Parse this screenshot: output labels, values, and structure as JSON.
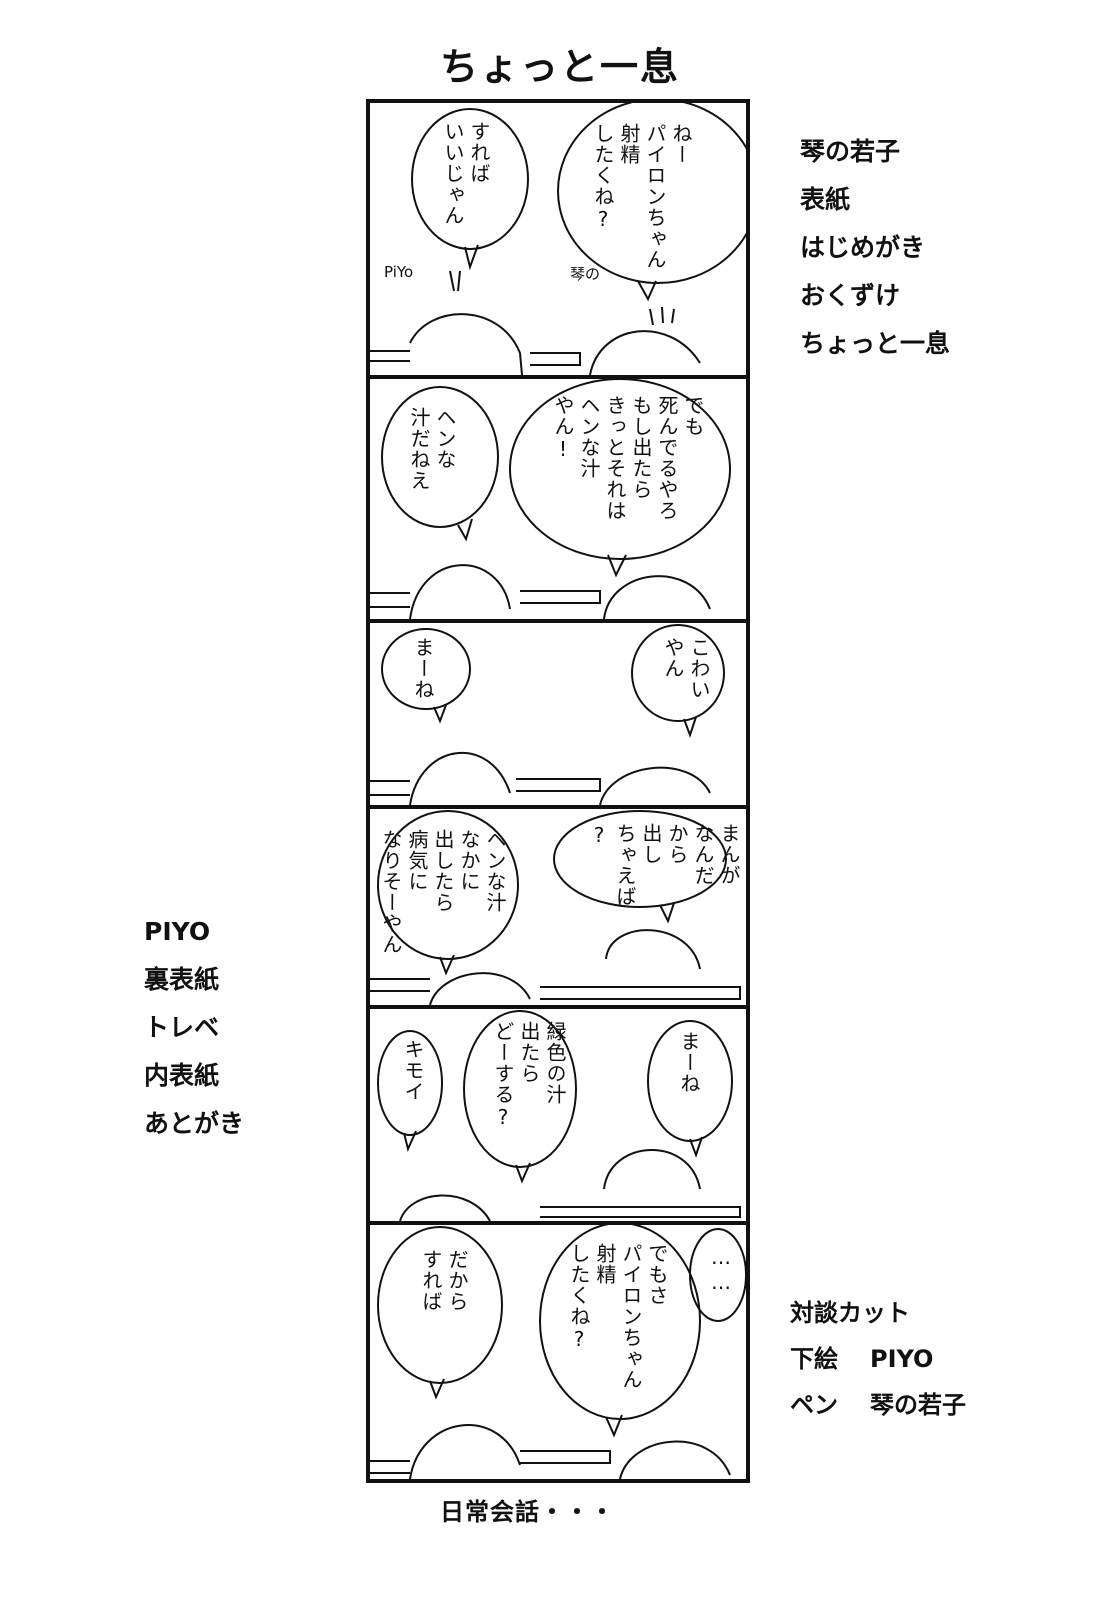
{
  "page_title": "ちょっと一息",
  "footer_caption": "日常会話・・・",
  "credits_right": [
    "琴の若子",
    "表紙",
    "はじめがき",
    "おくずけ",
    "ちょっと一息"
  ],
  "credits_left": [
    "PIYO",
    "裏表紙",
    "トレベ",
    "内表紙",
    "あとがき"
  ],
  "credits_bottom": {
    "heading": "対談カット",
    "line1_role": "下絵",
    "line1_name": "PIYO",
    "line2_role": "ペン",
    "line2_name": "琴の若子"
  },
  "panels": [
    {
      "left_bubble": "すれば\nいいじゃん",
      "right_bubble": "ねー\nパイロンちゃん\n射精\nしたくね?",
      "tag_left": "PiYo",
      "tag_right": "琴の"
    },
    {
      "left_bubble": "ヘンな\n汁だねえ",
      "right_bubble": "でも\n死んでるやろ\nもし出たら\nきっとそれは\nヘンな汁\nやん!"
    },
    {
      "left_bubble": "まーね",
      "right_bubble": "こわい\nやん"
    },
    {
      "left_bubble": "ヘンな汁\nなかに\n出したら\n病気に\nなりそーやん",
      "right_bubble": "まんが\nなんだ\nから\n出し\nちゃえば\n?"
    },
    {
      "left_bubble": "キモイ",
      "middle_bubble": "緑色の汁\n出たら\nどーする?",
      "right_bubble": "まーね"
    },
    {
      "left_bubble": "だから\nすれば",
      "right_bubble": "でもさ\nパイロンちゃん\n射精\nしたくね?",
      "extra_bubble": "……"
    }
  ]
}
